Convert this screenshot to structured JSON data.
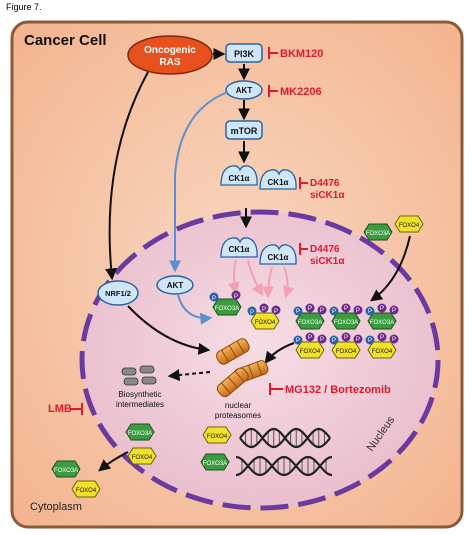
{
  "figure_label": "Figure 7.",
  "compartments": {
    "cell": "Cancer Cell",
    "cytoplasm": "Cytoplasm",
    "nucleus": "Nucleus"
  },
  "nodes": {
    "ras": [
      "Oncogenic",
      "RAS"
    ],
    "pi3k": "PI3K",
    "akt_cyto": "AKT",
    "mtor": "mTOR",
    "ck1a": "CK1α",
    "akt_nuc": "AKT",
    "nrf": "NRF1/2",
    "foxo3a": "FOXO3A",
    "foxo4": "FOXO4",
    "phospho": "P"
  },
  "inhibitors": {
    "bkm120": "BKM120",
    "mk2206": "MK2206",
    "d4476": "D4476",
    "sick1a": "siCK1α",
    "mg132": "MG132 / Bortezomib",
    "lmb": "LMB"
  },
  "labels": {
    "biosynthetic": [
      "Biosynthetic",
      "intermediates"
    ],
    "proteasome": [
      "nuclear",
      "proteasomes"
    ]
  },
  "colors": {
    "cell_fill": "#f6c7a6",
    "cell_border": "#8a5a3c",
    "nucleus_fill": "#efc7d0",
    "nucleus_border": "#6b3aa0",
    "ras_fill": "#e8501e",
    "node_fill": "#cfe6f7",
    "node_border": "#2a62a4",
    "inhibitor_red": "#e0182d",
    "akt_arrow": "#5b8fd0",
    "ck1_arrow": "#f2a0b3",
    "foxo3a_green": "#3a9b3f",
    "foxo4_yellow": "#f2e12a",
    "phospho_purple": "#6d2a8a",
    "proteasome_orange": "#e08a2a"
  }
}
